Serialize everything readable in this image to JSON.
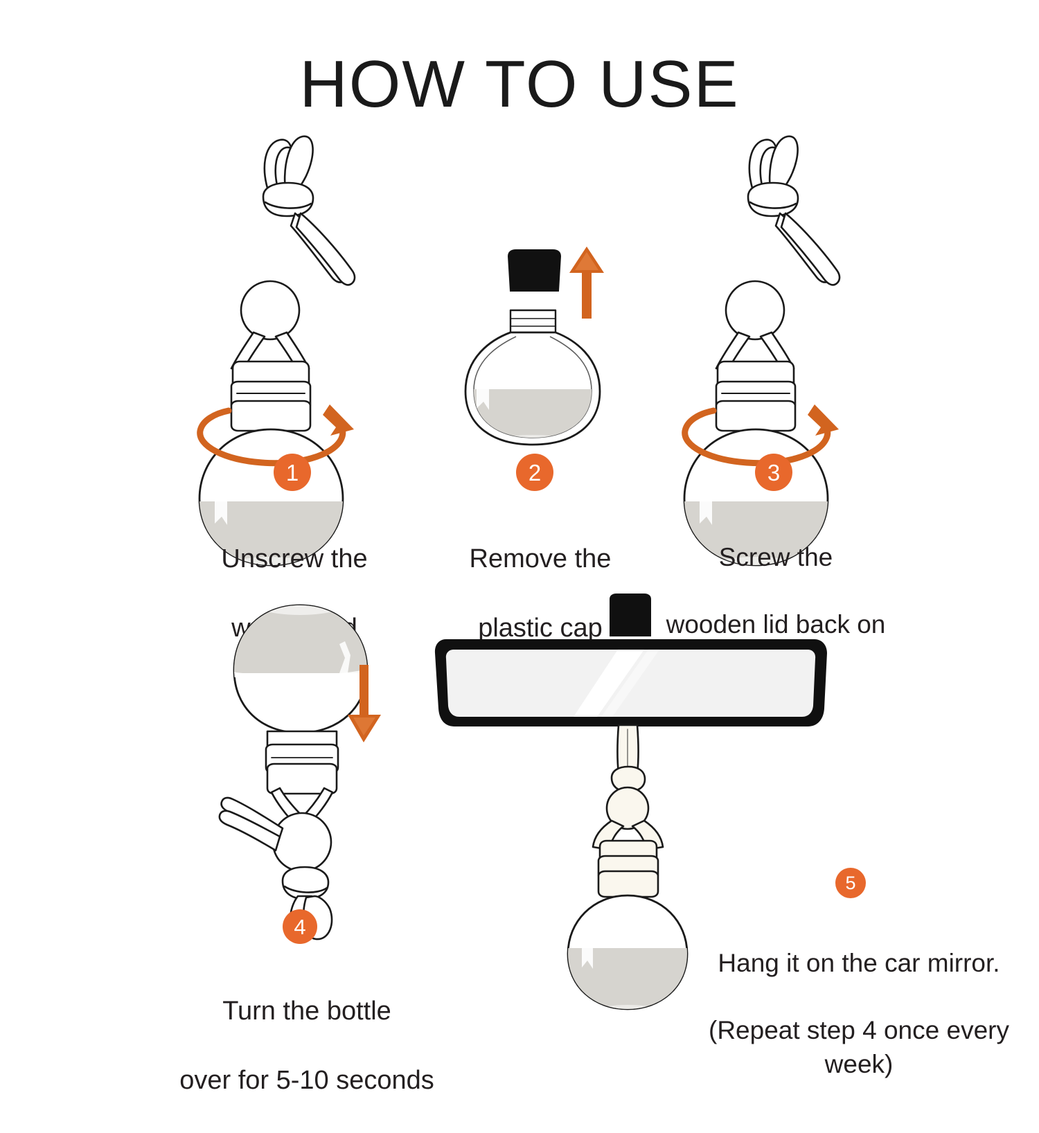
{
  "page": {
    "title": "HOW TO USE",
    "background_color": "#ffffff",
    "accent_color": "#e8682c",
    "text_color": "#231f20",
    "liquid_color": "#d6d4cf",
    "cap_color": "#111111"
  },
  "steps": [
    {
      "number": "1",
      "caption_line1": "Unscrew the",
      "caption_line2": "wooden lid",
      "icon": "bottle-with-wooden-lid-rotating",
      "arrow": "rotate-arrow"
    },
    {
      "number": "2",
      "caption_line1": "Remove the",
      "caption_line2": "plastic cap",
      "icon": "bottle-with-plastic-cap-removed",
      "arrow": "up-arrow"
    },
    {
      "number": "3",
      "caption_line1": "Screw the",
      "caption_line2": "wooden lid back on",
      "icon": "bottle-with-wooden-lid-rotating",
      "arrow": "rotate-arrow"
    },
    {
      "number": "4",
      "caption_line1": "Turn the bottle",
      "caption_line2": "over for 5-10 seconds",
      "icon": "bottle-upside-down",
      "arrow": "down-arrow"
    },
    {
      "number": "5",
      "caption_line1": "Hang it on the car mirror.",
      "caption_line2": "(Repeat step 4 once every week)",
      "icon": "car-mirror-with-hanging-bottle",
      "arrow": "none"
    }
  ]
}
